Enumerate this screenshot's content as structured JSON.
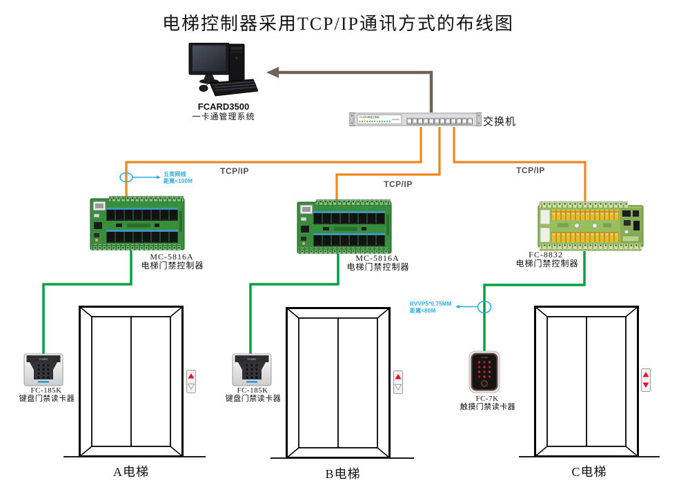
{
  "title": "电梯控制器采用TCP/IP通讯方式的布线图",
  "computer": {
    "model": "FCARD3500",
    "label": "一卡通管理系统"
  },
  "switch": {
    "label": "交换机",
    "panel_text": "FCARD网络交换机"
  },
  "connections": {
    "tcpip_labels": [
      "TCP/IP",
      "TCP/IP",
      "TCP/IP"
    ],
    "callout_cat5": {
      "line1": "五类网线",
      "line2": "距离<100M"
    },
    "callout_rvvp": {
      "line1": "RVVP5*0.75MM",
      "line2": "距离<80M"
    }
  },
  "controllers": [
    {
      "model": "MC-5816A",
      "label": "电梯门禁控制器"
    },
    {
      "model": "MC-5816A",
      "label": "电梯门禁控制器"
    },
    {
      "model": "FC-8832",
      "label": "电梯门禁控制器"
    }
  ],
  "readers": [
    {
      "model": "FC-185K",
      "label": "键盘门禁读卡器",
      "brand": "FCARD"
    },
    {
      "model": "FC-185K",
      "label": "键盘门禁读卡器",
      "brand": "FCARD"
    },
    {
      "model": "FC-7K",
      "label": "触摸门禁读卡器",
      "brand": "FCARD"
    }
  ],
  "elevators": [
    {
      "label": "A电梯"
    },
    {
      "label": "B电梯"
    },
    {
      "label": "C电梯"
    }
  ],
  "colors": {
    "tcp_wire": "#F08519",
    "reader_wire": "#009F45",
    "callout": "#29ABE2",
    "uplink_arrow": "#6E6259",
    "button_red": "#E8112D",
    "pcb_green": "#388E3C",
    "relay_yellow": "#ECBA2F"
  }
}
